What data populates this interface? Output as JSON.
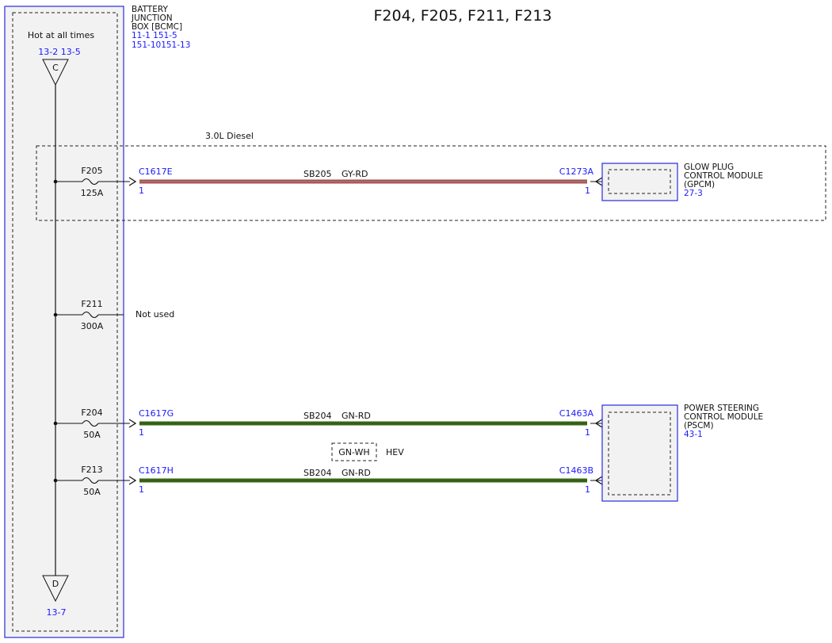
{
  "title": "F204, F205, F211, F213",
  "colors": {
    "connector_blue": "#1a1aff",
    "box_border_blue": "#3a3ae0",
    "panel_fill": "#f2f2f2",
    "wire_gy_rd": "#b24a4a",
    "wire_gy_rd_stripe": "#8a8a8a",
    "wire_gn_rd": "#3a6a18",
    "wire_gn_rd_stripe": "#8b1a1a",
    "line": "#111111"
  },
  "bjb": {
    "name_lines": [
      "BATTERY",
      "JUNCTION",
      "BOX [BCMC]"
    ],
    "refs": [
      "11-1  151-5",
      "151-10151-13"
    ],
    "hot_label": "Hot at all times",
    "top_refs": "13-2  13-5",
    "top_connector": "C",
    "bottom_connector": "D",
    "bottom_ref": "13-7"
  },
  "diesel_label": "3.0L Diesel",
  "fuses": [
    {
      "name": "F205",
      "rating": "125A"
    },
    {
      "name": "F211",
      "rating": "300A"
    },
    {
      "name": "F204",
      "rating": "50A"
    },
    {
      "name": "F213",
      "rating": "50A"
    }
  ],
  "not_used": "Not used",
  "circuits": [
    {
      "left_conn": "C1617E",
      "left_pin": "1",
      "circuit": "SB205",
      "color": "GY-RD",
      "right_conn": "C1273A",
      "right_pin": "1"
    },
    {
      "left_conn": "C1617G",
      "left_pin": "1",
      "circuit": "SB204",
      "color": "GN-RD",
      "right_conn": "C1463A",
      "right_pin": "1"
    },
    {
      "left_conn": "C1617H",
      "left_pin": "1",
      "circuit": "SB204",
      "color": "GN-RD",
      "right_conn": "C1463B",
      "right_pin": "1"
    }
  ],
  "gpcm": {
    "lines": [
      "GLOW PLUG",
      "CONTROL MODULE",
      "(GPCM)"
    ],
    "ref": "27-3"
  },
  "pscm": {
    "lines": [
      "POWER STEERING",
      "CONTROL MODULE",
      "(PSCM)"
    ],
    "ref": "43-1"
  },
  "hev": {
    "wire_color": "GN-WH",
    "label": "HEV"
  }
}
